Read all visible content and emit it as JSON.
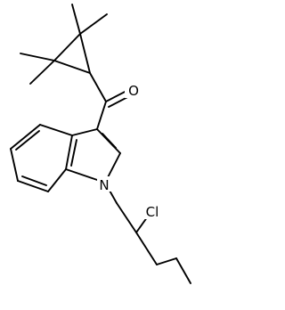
{
  "atom_labels": {
    "oxygen": "O",
    "nitrogen": "N",
    "chlorine": "Cl"
  },
  "colors": {
    "bond": "#000000",
    "background": "#ffffff"
  }
}
